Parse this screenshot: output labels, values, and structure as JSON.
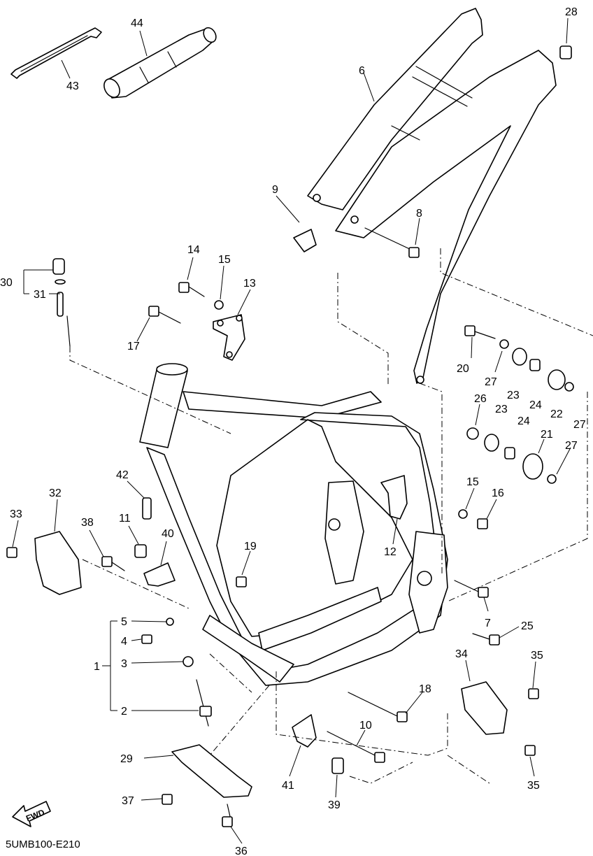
{
  "diagram_code": "5UMB100-E210",
  "fwd_text": "FWD",
  "callouts": {
    "c1": "1",
    "c2": "2",
    "c3": "3",
    "c4": "4",
    "c5": "5",
    "c6": "6",
    "c7": "7",
    "c8": "8",
    "c9": "9",
    "c10": "10",
    "c11": "11",
    "c12": "12",
    "c13": "13",
    "c14": "14",
    "c15": "15",
    "c15b": "15",
    "c16": "16",
    "c17": "17",
    "c18": "18",
    "c19": "19",
    "c20": "20",
    "c21": "21",
    "c22": "22",
    "c23": "23",
    "c23b": "23",
    "c24": "24",
    "c24b": "24",
    "c25": "25",
    "c26": "26",
    "c27": "27",
    "c27b": "27",
    "c27c": "27",
    "c28": "28",
    "c29": "29",
    "c30": "30",
    "c31": "31",
    "c32": "32",
    "c33": "33",
    "c34": "34",
    "c35": "35",
    "c35b": "35",
    "c36": "36",
    "c37": "37",
    "c38": "38",
    "c39": "39",
    "c40": "40",
    "c41": "41",
    "c42": "42",
    "c43": "43",
    "c44": "44"
  }
}
